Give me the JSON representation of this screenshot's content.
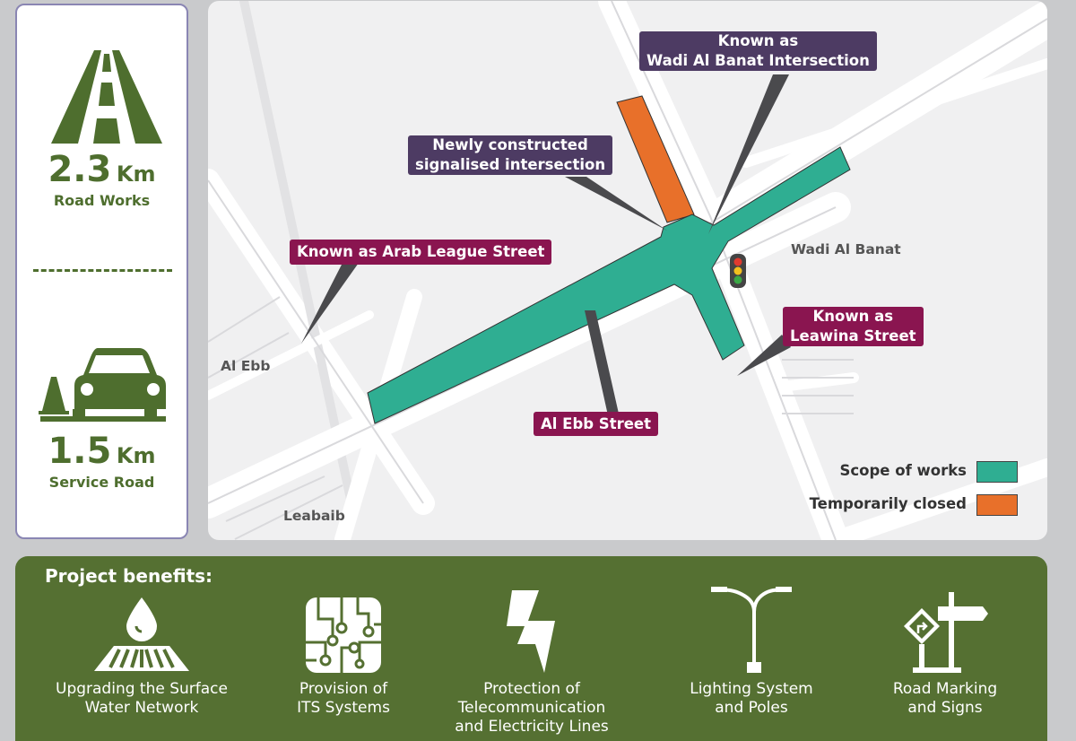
{
  "stats": {
    "road_works": {
      "value": "2.3",
      "unit": "Km",
      "label": "Road Works",
      "icon": "road-icon"
    },
    "service_road": {
      "value": "1.5",
      "unit": "Km",
      "label": "Service Road",
      "icon": "car-cone-icon"
    }
  },
  "map": {
    "callouts": {
      "wadi_al_banat_line1": "Known as",
      "wadi_al_banat_line2": "Wadi Al Banat Intersection",
      "new_intersection_line1": "Newly constructed",
      "new_intersection_line2": "signalised intersection",
      "arab_league": "Known as Arab League Street",
      "leawina_line1": "Known as",
      "leawina_line2": "Leawina Street",
      "al_ebb_street": "Al Ebb Street"
    },
    "places": {
      "wadi_al_banat": "Wadi Al Banat",
      "al_ebb": "Al Ebb",
      "leabaib": "Leabaib"
    },
    "legend": [
      {
        "label": "Scope of works",
        "color": "#2fae92"
      },
      {
        "label": "Temporarily closed",
        "color": "#e8702a"
      }
    ],
    "colors": {
      "works": "#2fae92",
      "closed": "#e8702a",
      "callout_purple": "#4d3b63",
      "callout_magenta": "#8a1550"
    }
  },
  "benefits": {
    "title": "Project benefits:",
    "items": [
      {
        "label": "Upgrading the Surface\nWater Network",
        "icon": "water-drop-icon"
      },
      {
        "label": "Provision of\nITS Systems",
        "icon": "circuit-icon"
      },
      {
        "label": "Protection of\nTelecommunication\nand Electricity Lines",
        "icon": "lightning-icon"
      },
      {
        "label": "Lighting System\nand Poles",
        "icon": "street-light-icon"
      },
      {
        "label": "Road Marking\nand Signs",
        "icon": "road-sign-icon"
      }
    ]
  }
}
